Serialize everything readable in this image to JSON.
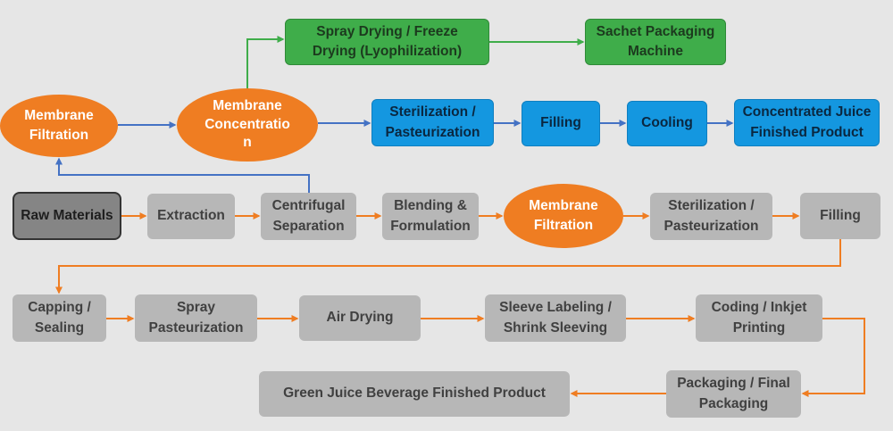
{
  "colors": {
    "gray": "#b7b7b7",
    "orange": "#ef7d22",
    "blue": "#1497e0",
    "green": "#3fad4a",
    "arrow_blue": "#4472c4",
    "arrow_green": "#3fad4a",
    "arrow_orange": "#ef7d22"
  },
  "nodes": {
    "raw_materials": "Raw Materials",
    "extraction": "Extraction",
    "centrifugal_separation": "Centrifugal\nSeparation",
    "blending_formulation": "Blending &\nFormulation",
    "membrane_filtration_main": "Membrane\nFiltration",
    "sterilization_main": "Sterilization /\nPasteurization",
    "filling_main": "Filling",
    "capping_sealing": "Capping /\nSealing",
    "spray_pasteurization": "Spray\nPasteurization",
    "air_drying": "Air Drying",
    "sleeve_labeling": "Sleeve Labeling /\nShrink Sleeving",
    "coding_printing": "Coding / Inkjet\nPrinting",
    "packaging_final": "Packaging / Final\nPackaging",
    "green_juice_product": "Green Juice Beverage Finished Product",
    "membrane_filtration_top": "Membrane\nFiltration",
    "membrane_concentration": "Membrane\nConcentratio\nn",
    "spray_freeze_drying": "Spray Drying / Freeze\nDrying (Lyophilization)",
    "sachet_packaging": "Sachet Packaging\nMachine",
    "sterilization_conc": "Sterilization /\nPasteurization",
    "filling_conc": "Filling",
    "cooling": "Cooling",
    "concentrated_juice_product": "Concentrated Juice\nFinished Product"
  }
}
